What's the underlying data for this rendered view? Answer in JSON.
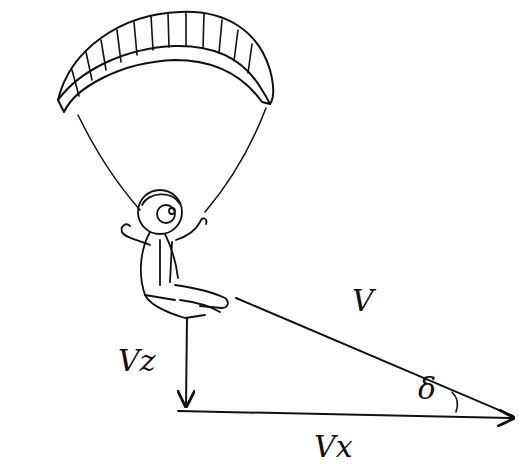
{
  "diagram": {
    "labels": [
      "V",
      "Vz",
      "Vx",
      "δ"
    ]
  }
}
